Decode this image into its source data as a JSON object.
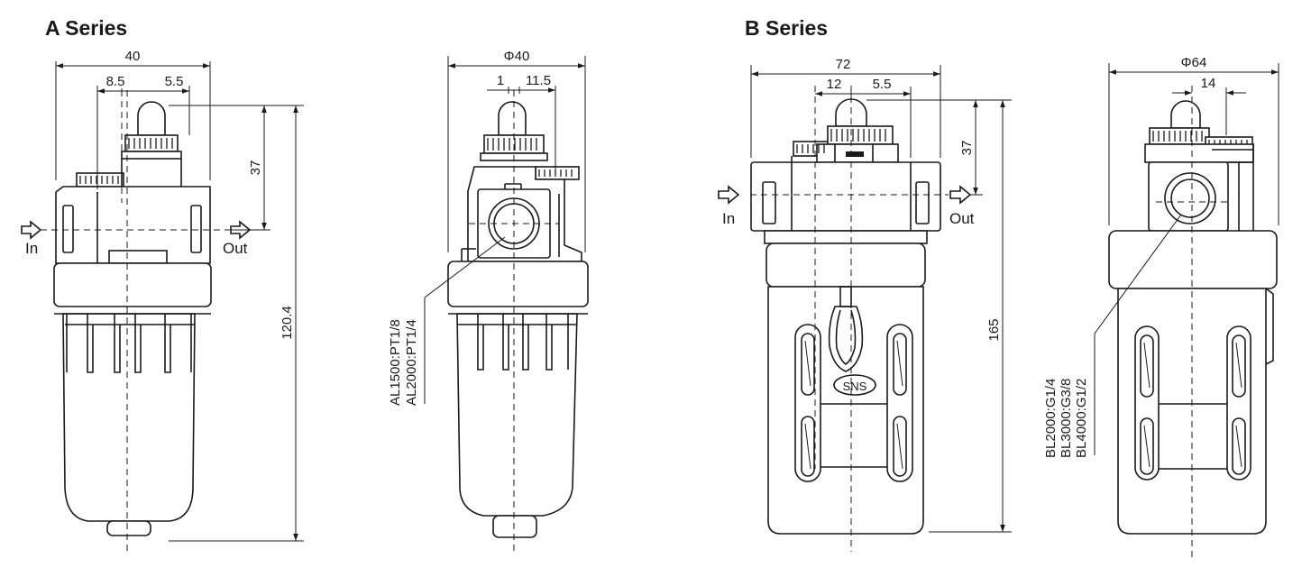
{
  "headings": {
    "a_series": "A Series",
    "b_series": "B Series"
  },
  "a_front": {
    "width": "40",
    "offset_left": "8.5",
    "offset_right": "5.5",
    "top_height": "37",
    "total_height": "120.4",
    "port_in": "In",
    "port_out": "Out"
  },
  "a_side": {
    "diameter": "Φ40",
    "offset_left": "1",
    "offset_right": "11.5",
    "port_specs": [
      "AL1500:PT1/8",
      "AL2000:PT1/4"
    ]
  },
  "b_front": {
    "width": "72",
    "offset_left": "12",
    "offset_right": "5.5",
    "top_height": "37",
    "total_height": "165",
    "port_in": "In",
    "port_out": "Out",
    "logo": "SNS"
  },
  "b_side": {
    "diameter": "Φ64",
    "offset": "14",
    "port_specs": [
      "BL2000:G1/4",
      "BL3000:G3/8",
      "BL4000:G1/2"
    ]
  }
}
